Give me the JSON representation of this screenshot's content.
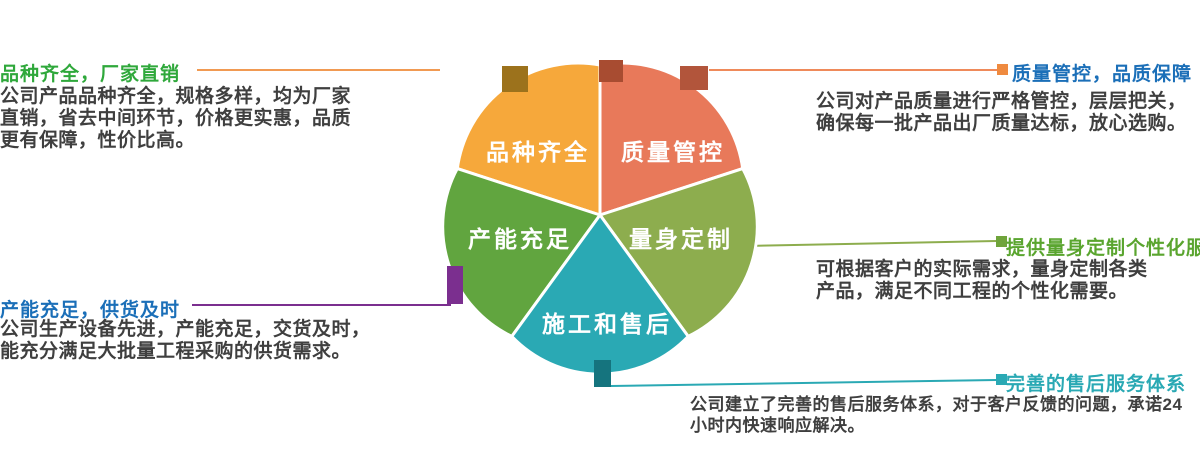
{
  "flower": {
    "petals": [
      {
        "id": "variety",
        "label": "品种齐全",
        "color": "#F6A83B"
      },
      {
        "id": "quality",
        "label": "质量管控",
        "color": "#E8795A"
      },
      {
        "id": "capacity",
        "label": "产能充足",
        "color": "#61A53F"
      },
      {
        "id": "custom",
        "label": "量身定制",
        "color": "#8DAD4E"
      },
      {
        "id": "service",
        "label": "施工和售后",
        "color": "#2AA9B4"
      }
    ],
    "tabs": [
      {
        "id": "variety-tab",
        "color": "#9C721C"
      },
      {
        "id": "quality-apex-tab",
        "color": "#A84C31"
      },
      {
        "id": "quality-tab",
        "color": "#B2553B"
      },
      {
        "id": "capacity-tab",
        "color": "#7B2F8F"
      },
      {
        "id": "service-tab",
        "color": "#15747E"
      }
    ]
  },
  "callouts": {
    "top_left": {
      "title": "品种齐全，厂家直销",
      "title_color": "#2FA83B",
      "line_color": "#F19A52",
      "body": "公司产品品种齐全，规格多样，均为厂家\n直销，省去中间环节，价格更实惠，品质\n更有保障，性价比高。"
    },
    "top_right": {
      "title": "质量管控，品质保障",
      "title_color": "#1B6FB8",
      "line_color": "#EF8A5A",
      "marker_color": "#EF8A3F",
      "body": "公司对产品质量进行严格管控，层层把关，\n确保每一批产品出厂质量达标，放心选购。"
    },
    "mid_left": {
      "title": "产能充足，供货及时",
      "title_color": "#1B6FB8",
      "line_color": "#7B2F8F",
      "body": "公司生产设备先进，产能充足，交货及时，\n能充分满足大批量工程采购的供货需求。"
    },
    "mid_right": {
      "title": "提供量身定制个性化服务",
      "title_color": "#5AA52F",
      "line_color": "#8DAD4E",
      "marker_color": "#6FA43B",
      "body": "可根据客户的实际需求，量身定制各类\n产品，满足不同工程的个性化需要。"
    },
    "bottom_right": {
      "title": "完善的售后服务体系",
      "title_color": "#2AA9B4",
      "line_color": "#2AA9B4",
      "marker_color": "#2AA9B4",
      "body": "公司建立了完善的售后服务体系，对于客户反馈的问题，承诺24\n小时内快速响应解决。"
    }
  },
  "body_text_color": "#3F3F3F",
  "background_color": "#FFFFFF"
}
